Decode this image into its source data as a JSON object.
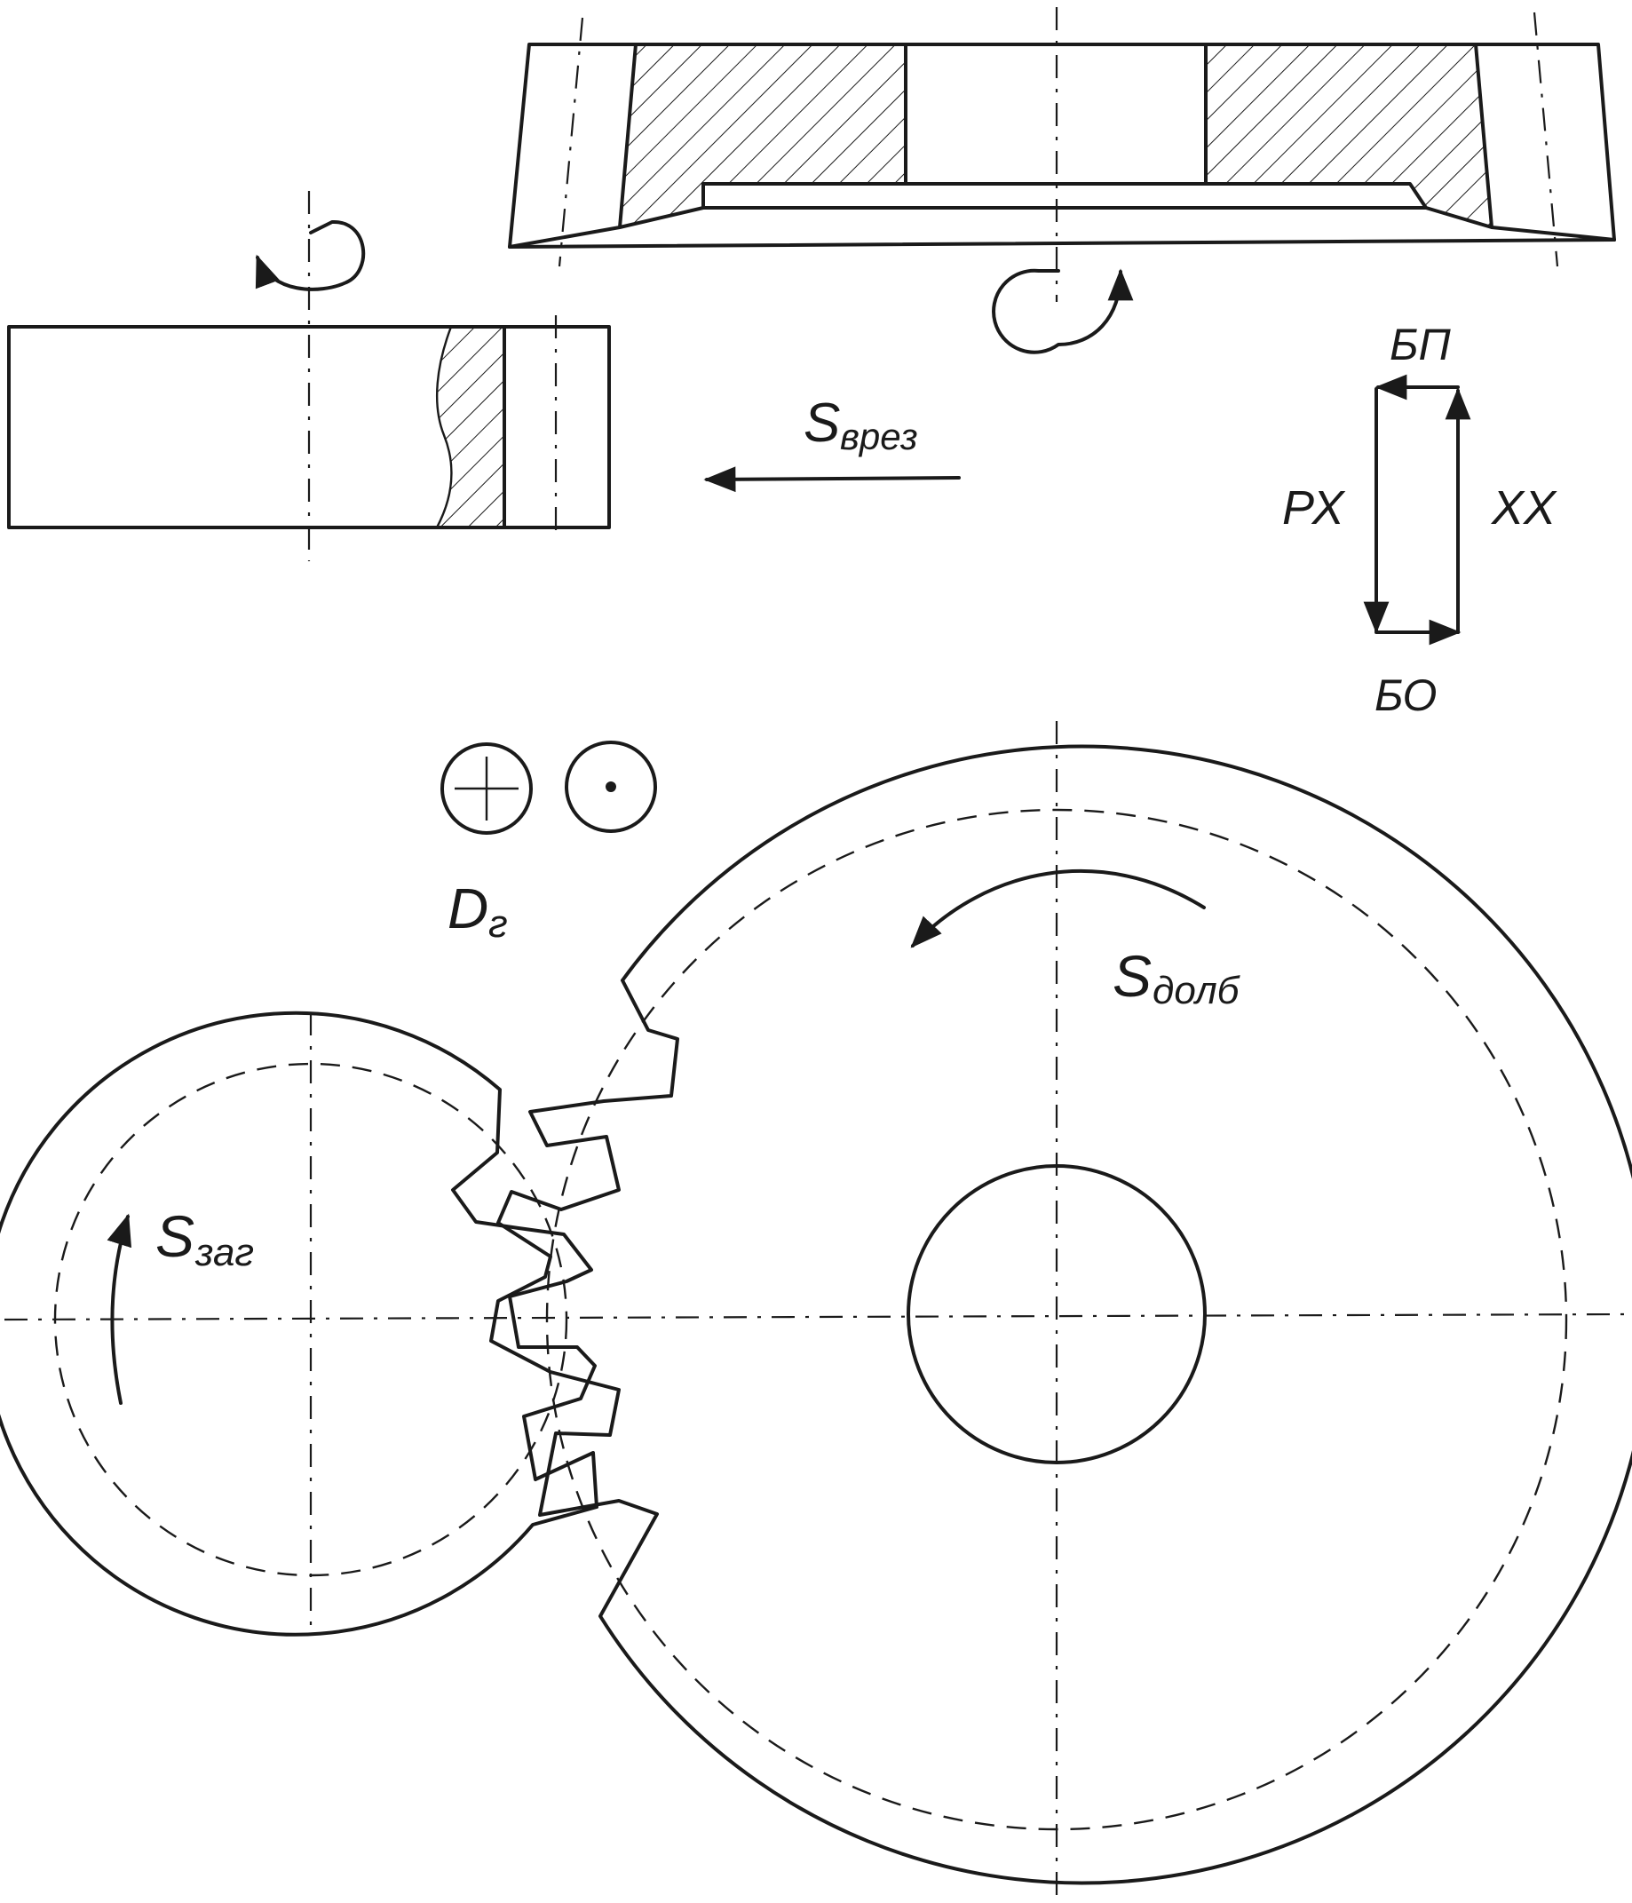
{
  "labels": {
    "feed_plunge_main": "S",
    "feed_plunge_sub": "врез",
    "stroke_top": "БП",
    "stroke_bottom": "БО",
    "stroke_working": "РХ",
    "stroke_idle": "ХХ",
    "generating_main": "D",
    "generating_sub": "г",
    "cutter_feed_main": "S",
    "cutter_feed_sub": "долб",
    "blank_feed_main": "S",
    "blank_feed_sub": "заг"
  },
  "icons": [
    "into-page-symbol-icon",
    "out-of-page-symbol-icon"
  ],
  "colors": {
    "ink": "#1a1a1a",
    "paper": "#ffffff"
  }
}
